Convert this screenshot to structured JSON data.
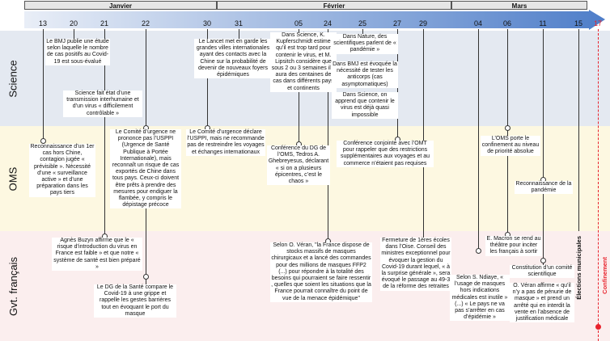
{
  "months": {
    "jan": "Janvier",
    "feb": "Février",
    "mar": "Mars"
  },
  "dates": [
    "13",
    "20",
    "21",
    "22",
    "30",
    "31",
    "05",
    "24",
    "25",
    "27",
    "29",
    "04",
    "06",
    "11",
    "15",
    "17"
  ],
  "bands": {
    "science": "Science",
    "oms": "OMS",
    "gvt": "Gvt. français"
  },
  "colors": {
    "arrow": "#4f7ec9",
    "science_band": "#e4e9f1",
    "oms_band": "#fdf8e1",
    "gvt_band": "#fbeeee",
    "confinement": "#e8222c"
  },
  "science": {
    "n20": "Le BMJ publie une étude selon laquelle le nombre de cas positifs au Covid-19 est sous-évalué",
    "n21": "Science fait état d’une transmission interhumaine et d’un virus « difficilement contrôlable »",
    "n31": "Le Lancet met en garde les grandes villes internationales ayant des contacts avec la Chine sur la probabilité de devenir de nouveaux foyers épidémiques",
    "n05": "Dans Science, K. Kupferschmidt estime qu’il est trop tard pour contenir le virus, et M. Lipsitch considère que sous 2 ou 3 semaines il y aura des centaines de cas dans différents pays et continents",
    "n25a": "Dans Nature, des scientifiques parlent de « pandémie »",
    "n25b": "Dans BMJ est évoquée la nécessité de tester les anticorps (cas asymptomatiques)",
    "n25c": "Dans Science, on apprend que contenir le virus est déjà quasi impossible"
  },
  "oms": {
    "n13": "Reconnaissance d’un 1er cas hors Chine, contagion jugée « prévisible ». Nécessité d’une « surveillance active » et d’une préparation dans les pays tiers",
    "n22": "Le Comité d’urgence ne prononce pas l’USPPI (Urgence de Santé Publique à Portée Internationale), mais reconnaît un risque de cas exportés de Chine dans tous pays. Ceux-ci doivent être prêts à prendre des mesures pour endiguer la flambée, y compris le dépistage précoce",
    "n30": "Le Comité d’urgence déclare l’USPPI, mais ne recommande pas de restreindre les voyages et échanges internationaux",
    "n05": "Conférence du DG de l’OMS, Tedros A. Ghebreyesus, déclarant « si on a plusieurs épicentres, c’est le chaos »",
    "n27": "Conférence conjointe avec l’OMT pour rappeler que des restrictions supplémentaires aux voyages et au commerce n’étaient pas requises",
    "n06": "L’OMS porte le confinement au niveau de priorité absolue",
    "n11": "Reconnaissance de la pandémie"
  },
  "gvt": {
    "n21": "Agnès Buzyn affirme que le « risque d’introduction du virus en France est faible » et que notre « système de santé est bien préparé »",
    "n22": "Le DG de la Santé compare le Covid-19 à une grippe et rappelle les gestes barrières tout en évoquant le port du masque",
    "n24": "Selon O. Véran, \"la France dispose de stocks massifs de masques chirurgicaux et a lancé des commandes pour des millions de masques FFP2 (...) pour répondre à la totalité des besoins qui pourraient se faire ressentir , quelles que soient les situations que la France pourrait connaître du point de vue de la menace épidémique\"",
    "n29": "Fermeture de 1ères écoles dans l’Oise. Conseil des ministres exceptionnel pour évoquer la gestion du Covid-19 durant lequel, « à la surprise générale », sera évoqué le passage au 49-3 de la réforme des retraites",
    "n04": "Selon S. Ndiaye, « l’usage de masques hors indications médicales est inutile » (...) « Le pays ne va pas s’arrêter en cas d’épidémie »",
    "n06": "E. Macron se rend au théâtre pour inciter les français à sortir",
    "n11": "Constitution d’un comité scientifique",
    "n11b": "O. Véran affirme « qu’il n’y a pas de pénurie de masque » et prend un arrêté qui en interdit la vente en l’absence de justification médicale",
    "n15": "Élections municipales",
    "n17": "Confinement"
  }
}
